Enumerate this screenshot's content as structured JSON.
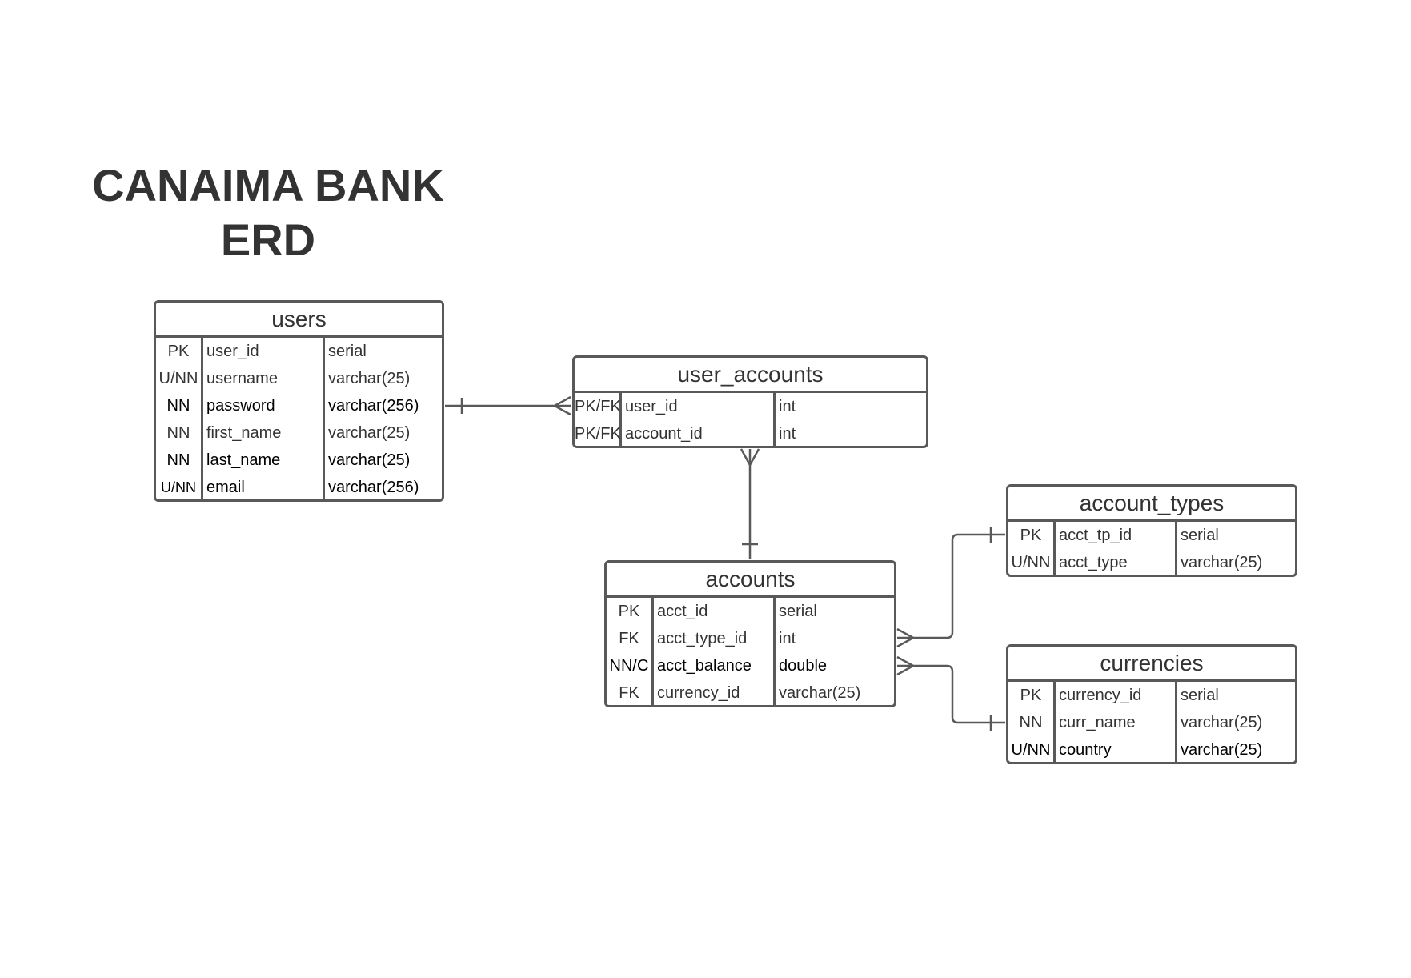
{
  "title": {
    "line1": "CANAIMA BANK",
    "line2": "ERD"
  },
  "entities": {
    "users": {
      "name": "users",
      "rows": [
        {
          "key": "PK",
          "field": "user_id",
          "type": "serial"
        },
        {
          "key": "U/NN",
          "field": "username",
          "type": "varchar(25)"
        },
        {
          "key": "NN",
          "field": "password",
          "type": "varchar(256)"
        },
        {
          "key": "NN",
          "field": "first_name",
          "type": "varchar(25)"
        },
        {
          "key": "NN",
          "field": "last_name",
          "type": "varchar(25)"
        },
        {
          "key": "U/NN",
          "field": "email",
          "type": "varchar(256)"
        }
      ]
    },
    "user_accounts": {
      "name": "user_accounts",
      "rows": [
        {
          "key": "PK/FK",
          "field": "user_id",
          "type": "int"
        },
        {
          "key": "PK/FK",
          "field": "account_id",
          "type": "int"
        }
      ]
    },
    "accounts": {
      "name": "accounts",
      "rows": [
        {
          "key": "PK",
          "field": "acct_id",
          "type": "serial"
        },
        {
          "key": "FK",
          "field": "acct_type_id",
          "type": "int"
        },
        {
          "key": "NN/C",
          "field": "acct_balance",
          "type": "double"
        },
        {
          "key": "FK",
          "field": "currency_id",
          "type": "varchar(25)"
        }
      ]
    },
    "account_types": {
      "name": "account_types",
      "rows": [
        {
          "key": "PK",
          "field": "acct_tp_id",
          "type": "serial"
        },
        {
          "key": "U/NN",
          "field": "acct_type",
          "type": "varchar(25)"
        }
      ]
    },
    "currencies": {
      "name": "currencies",
      "rows": [
        {
          "key": "PK",
          "field": "currency_id",
          "type": "serial"
        },
        {
          "key": "NN",
          "field": "curr_name",
          "type": "varchar(25)"
        },
        {
          "key": "U/NN",
          "field": "country",
          "type": "varchar(25)"
        }
      ]
    }
  },
  "relationships": [
    {
      "from": "users",
      "to": "user_accounts",
      "from_card": "one",
      "to_card": "many"
    },
    {
      "from": "accounts",
      "to": "user_accounts",
      "from_card": "one",
      "to_card": "many"
    },
    {
      "from": "account_types",
      "to": "accounts",
      "from_card": "one",
      "to_card": "many"
    },
    {
      "from": "currencies",
      "to": "accounts",
      "from_card": "one",
      "to_card": "many"
    }
  ],
  "colors": {
    "border": "#595959",
    "text": "#333333"
  }
}
